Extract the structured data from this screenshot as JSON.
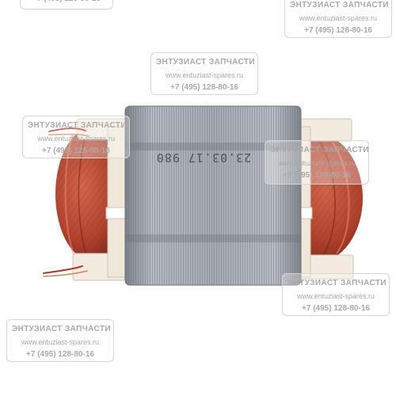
{
  "watermark": {
    "title": "ЭНТУЗИАСТ ЗАПЧАСТИ",
    "url": "www.entuziast-spares.ru",
    "phone": "+7 (495) 128-80-16"
  },
  "stamp": "23.03.17 980",
  "colors": {
    "copper": "#b2442e",
    "copper_dark": "#7a2418",
    "laminations": "#9ba0a7",
    "insulator": "#f2ece0",
    "watermark_text": "#a9a9a9"
  }
}
